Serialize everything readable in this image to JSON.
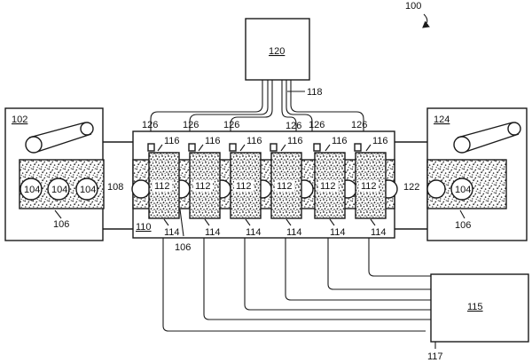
{
  "labels": {
    "system": "100",
    "controller_top": "120",
    "bus": "118",
    "left_station": "102",
    "right_station": "124",
    "roller": "104",
    "belt": "106",
    "inlet": "108",
    "outlet": "122",
    "chamber": "110",
    "module": "112",
    "sensor": "116",
    "port": "114",
    "heater": "126",
    "controller_right": "115",
    "connector": "117"
  },
  "colors": {
    "line": "#1a1a1a",
    "background": "#ffffff",
    "speckle": "#2b2b2b"
  }
}
